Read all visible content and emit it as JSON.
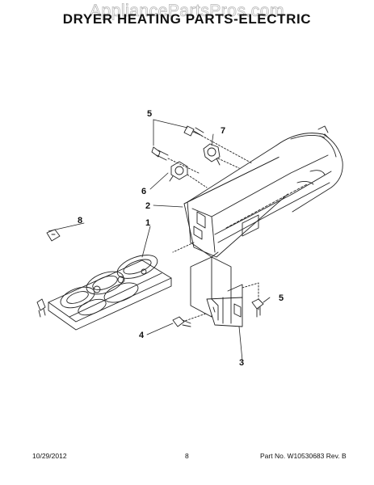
{
  "header": {
    "watermark": "AppliancePartsPros.com",
    "title": "DRYER HEATING PARTS-ELECTRIC"
  },
  "callouts": {
    "c1": "1",
    "c2": "2",
    "c3": "3",
    "c4": "4",
    "c5a": "5",
    "c5b": "5",
    "c6": "6",
    "c7": "7",
    "c8": "8"
  },
  "footer": {
    "date": "10/29/2012",
    "page": "8",
    "part_number": "Part No.  W10530683  Rev. B"
  }
}
